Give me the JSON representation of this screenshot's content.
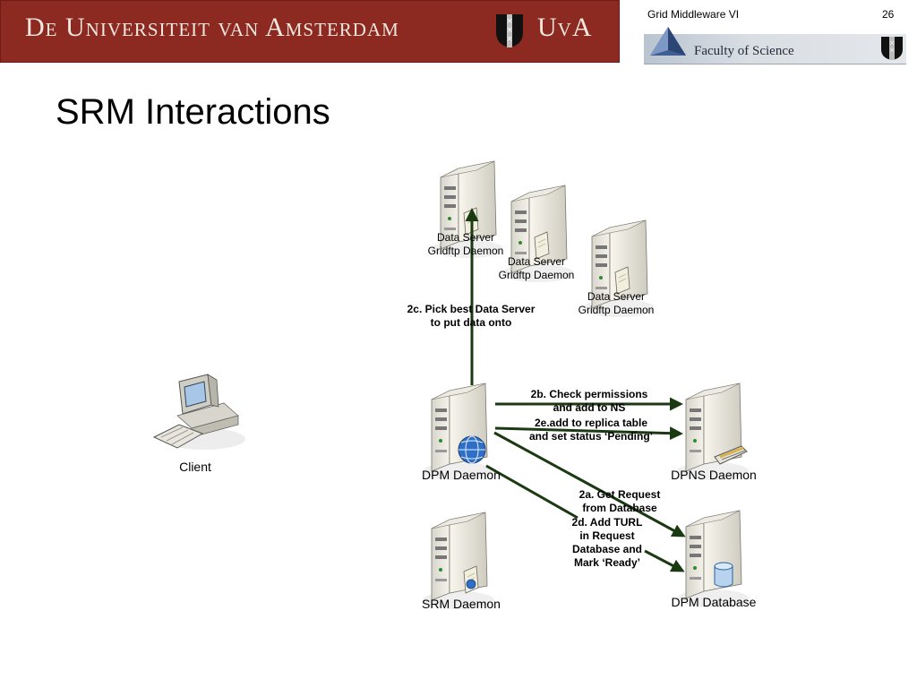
{
  "header": {
    "banner_text": "De Universiteit van Amsterdam",
    "banner_short": "UvA",
    "course": "Grid Middleware VI",
    "page": "26",
    "faculty": "Faculty of Science"
  },
  "slide": {
    "title": "SRM Interactions"
  },
  "nodes": {
    "ds1": [
      "Data Server",
      "Gridftp Daemon"
    ],
    "ds2": [
      "Data Server",
      "Gridftp Daemon"
    ],
    "ds3": [
      "Data Server",
      "Gridftp Daemon"
    ],
    "client": "Client",
    "dpm": "DPM Daemon",
    "dpns": "DPNS Daemon",
    "srm": "SRM Daemon",
    "dpmdb": "DPM Database"
  },
  "edges": {
    "e2c": [
      "2c. Pick best Data Server",
      "to put data onto"
    ],
    "e2b": [
      "2b. Check permissions",
      "and add to NS"
    ],
    "e2e": [
      "2e.add to replica table",
      "and set status ‘Pending’"
    ],
    "e2a": [
      "2a. Get Request",
      "from Database"
    ],
    "e2d": [
      "2d. Add TURL",
      "in Request",
      "Database and",
      "Mark ‘Ready’"
    ]
  }
}
